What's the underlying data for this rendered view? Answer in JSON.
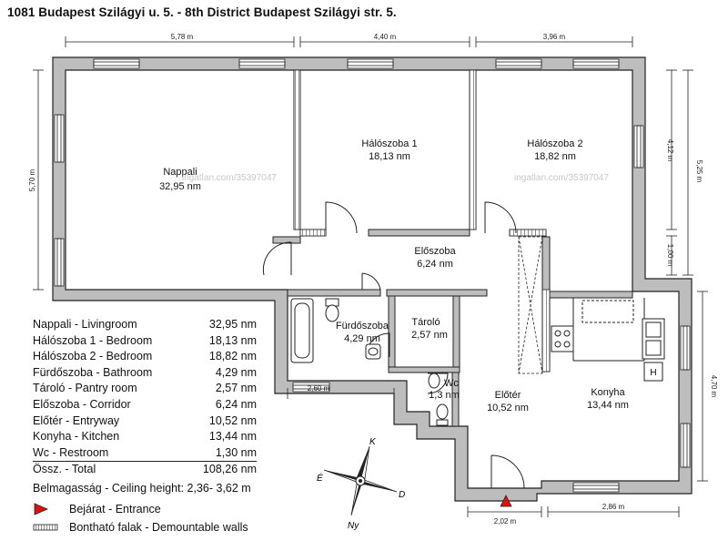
{
  "header": {
    "title": "1081  Budapest  Szilágyi u. 5.  - 8th District Budapest Szilágyi str. 5."
  },
  "rooms": [
    {
      "id": "nappali",
      "name": "Nappali",
      "area": "32,95 nm"
    },
    {
      "id": "haloszoba1",
      "name": "Hálószoba 1",
      "area": "18,13 nm"
    },
    {
      "id": "haloszoba2",
      "name": "Hálószoba 2",
      "area": "18,82 nm"
    },
    {
      "id": "eloszoba",
      "name": "Előszoba",
      "area": "6,24 nm"
    },
    {
      "id": "furdoszoba",
      "name": "Fürdőszoba",
      "area": "4,29 nm"
    },
    {
      "id": "tarolo",
      "name": "Tároló",
      "area": "2,57 nm"
    },
    {
      "id": "wc",
      "name": "Wc",
      "area": "1,3 nm"
    },
    {
      "id": "eloter",
      "name": "Előtér",
      "area": "10,52 nm"
    },
    {
      "id": "konyha",
      "name": "Konyha",
      "area": "13,44 nm"
    }
  ],
  "dimensions": {
    "top_1": "5,78 m",
    "top_2": "4,40 m",
    "top_3": "3,96 m",
    "left": "5,70 m",
    "right_1": "4,12 m",
    "right_2": "1,00 m",
    "right_total": "5,25 m",
    "right_lower": "4,70 m",
    "bath_width": "2,60 m",
    "bottom_1": "2,02 m",
    "bottom_2": "2,86 m"
  },
  "legend": {
    "rows": [
      {
        "label": "Nappali - Livingroom",
        "value": "32,95 nm"
      },
      {
        "label": "Hálószoba 1 - Bedroom",
        "value": "18,13 nm"
      },
      {
        "label": "Hálószoba 2 - Bedroom",
        "value": "18,82 nm"
      },
      {
        "label": "Fürdőszoba - Bathroom",
        "value": "4,29 nm"
      },
      {
        "label": "Tároló - Pantry room",
        "value": "2,57 nm"
      },
      {
        "label": "Előszoba - Corridor",
        "value": "6,24 nm"
      },
      {
        "label": "Előtér - Entryway",
        "value": "10,52 nm"
      },
      {
        "label": "Konyha - Kitchen",
        "value": "13,44 nm"
      },
      {
        "label": "Wc - Restroom",
        "value": "1,30 nm"
      }
    ],
    "total": {
      "label": "Össz. - Total",
      "value": "108,26 nm"
    },
    "ceiling": "Belmagasság - Ceiling height: 2,36- 3,62 m",
    "entrance": "Bejárat - Entrance",
    "walls": "Bontható falak - Demountable walls"
  },
  "compass": {
    "n": "K",
    "e": "D",
    "s": "Ny",
    "w": "É"
  },
  "misc": {
    "watermark": "ingatlan.com/35397047",
    "hood_label": "H"
  },
  "colors": {
    "wall": "#bdbdbd",
    "wall_stroke": "#222222",
    "entrance": "#e01010"
  }
}
